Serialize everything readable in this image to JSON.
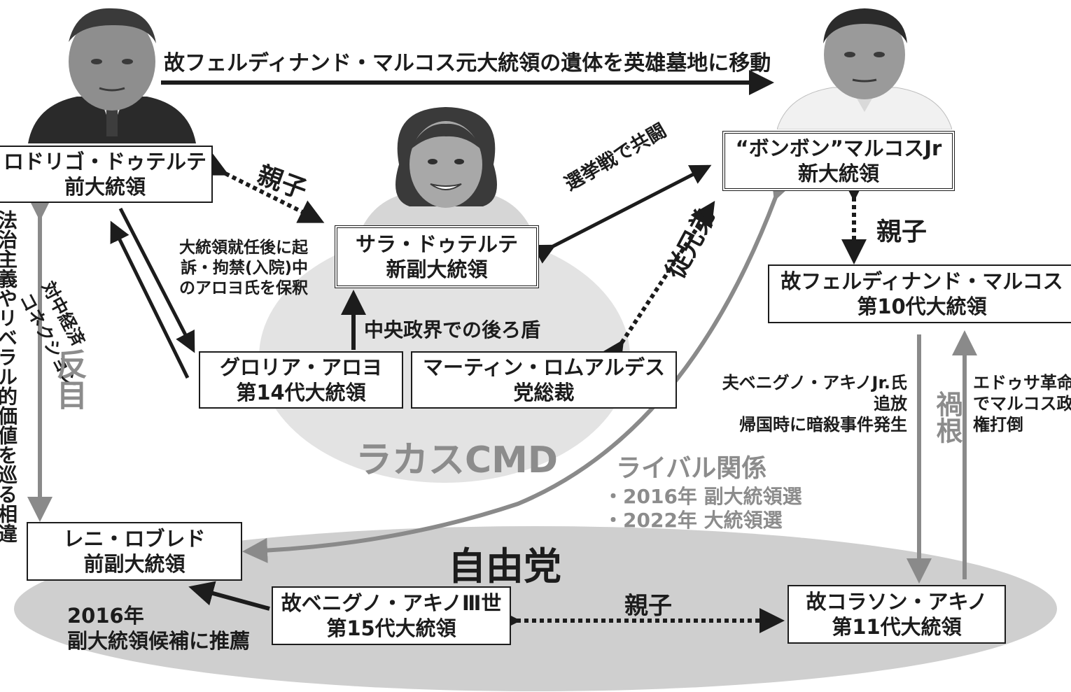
{
  "colors": {
    "ink": "#1c1c1c",
    "grey_arrow": "#8a8a8a",
    "grey_text": "#8c8c8c",
    "ellipse_lakas": "#e3e3e3",
    "ellipse_liberal": "#cfcfcf"
  },
  "groups": {
    "lakas": "ラカスCMD",
    "liberal": "自由党"
  },
  "persons": {
    "duterte": {
      "name": "ロドリゴ・ドゥテルテ",
      "role": "前大統領"
    },
    "bongbong": {
      "name": "“ボンボン”マルコスJr",
      "role": "新大統領"
    },
    "sara": {
      "name": "サラ・ドゥテルテ",
      "role": "新副大統領"
    },
    "marcos_sr": {
      "name": "故フェルディナンド・マルコス",
      "role": "第10代大統領"
    },
    "arroyo": {
      "name": "グロリア・アロヨ",
      "role": "第14代大統領"
    },
    "romualdez": {
      "name": "マーティン・ロムアルデス",
      "role": "党総裁"
    },
    "robredo": {
      "name": "レニ・ロブレド",
      "role": "前副大統領"
    },
    "aquino3": {
      "name": "故ベニグノ・アキノⅢ世",
      "role": "第15代大統領"
    },
    "corazon": {
      "name": "故コラソン・アキノ",
      "role": "第11代大統領"
    }
  },
  "relations": {
    "top_arrow": "故フェルディナンド・マルコス元大統領の遺体を英雄墓地に移動",
    "parent_child_1": "親子",
    "parent_child_2": "親子",
    "parent_child_3": "親子",
    "election_ally": "選挙戦で共闘",
    "cousin": "従兄弟",
    "china_connection_1": "対中経済",
    "china_connection_2": "コネクション",
    "arroyo_release_1": "大統領就任後に起",
    "arroyo_release_2": "訴・拘禁(入院)中",
    "arroyo_release_3": "のアロヨ氏を保釈",
    "backing": "中央政界での後ろ盾",
    "antagonism": "反目",
    "rule_of_law": "法治主義やリベラル的価値を巡る相違",
    "rivalry_title": "ライバル関係",
    "rivalry_2016": "・2016年 副大統領選",
    "rivalry_2022": "・2022年 大統領選",
    "husband_1": "夫ベニグノ・アキノJr.氏",
    "husband_2": "追放",
    "husband_3": "帰国時に暗殺事件発生",
    "feud": "禍根",
    "edsa_1": "エドゥサ革命",
    "edsa_2": "でマルコス政",
    "edsa_3": "権打倒",
    "nomination_1": "2016年",
    "nomination_2": "副大統領候補に推薦"
  }
}
